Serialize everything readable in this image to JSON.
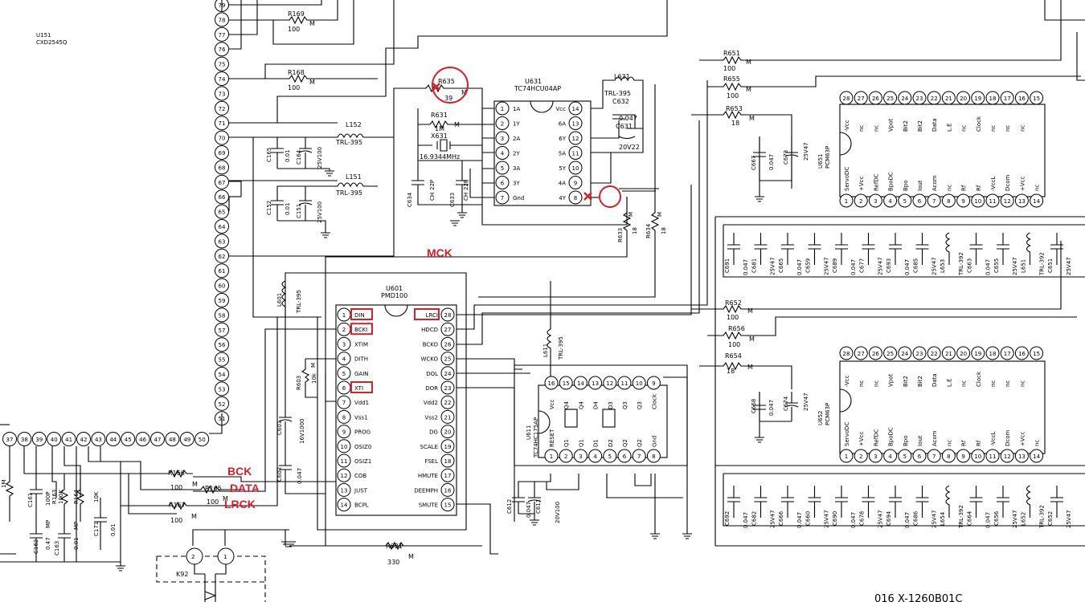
{
  "u151": {
    "ref": "U151",
    "part": "CXD2545Q"
  },
  "u151_pins_left": [
    "79",
    "78",
    "77",
    "76",
    "75",
    "74",
    "73",
    "72",
    "71",
    "70",
    "69",
    "68",
    "67",
    "66",
    "65",
    "64",
    "63",
    "62",
    "61",
    "60",
    "59",
    "58",
    "57",
    "56",
    "55",
    "54",
    "53",
    "52",
    "51"
  ],
  "u151_pins_bottom": [
    "37",
    "38",
    "39",
    "40",
    "41",
    "42",
    "43",
    "44",
    "45",
    "46",
    "47",
    "48",
    "49",
    "50"
  ],
  "u601": {
    "ref": "U601",
    "part": "PMD100",
    "left_pins": [
      {
        "num": "1",
        "name": "DIN"
      },
      {
        "num": "2",
        "name": "BCKI"
      },
      {
        "num": "3",
        "name": "XTIM"
      },
      {
        "num": "4",
        "name": "DITH"
      },
      {
        "num": "5",
        "name": "GAIN"
      },
      {
        "num": "6",
        "name": "XTI"
      },
      {
        "num": "7",
        "name": "Vdd1"
      },
      {
        "num": "8",
        "name": "Vss1"
      },
      {
        "num": "9",
        "name": "PROG"
      },
      {
        "num": "10",
        "name": "OSIZ0"
      },
      {
        "num": "11",
        "name": "OSIZ1"
      },
      {
        "num": "12",
        "name": "COB"
      },
      {
        "num": "13",
        "name": "JUST"
      },
      {
        "num": "14",
        "name": "BCPL"
      }
    ],
    "right_pins": [
      {
        "num": "28",
        "name": "LRCI"
      },
      {
        "num": "27",
        "name": "HDCD"
      },
      {
        "num": "26",
        "name": "BCKO"
      },
      {
        "num": "25",
        "name": "WCKO"
      },
      {
        "num": "24",
        "name": "DOL"
      },
      {
        "num": "23",
        "name": "DOR"
      },
      {
        "num": "22",
        "name": "Vdd2"
      },
      {
        "num": "21",
        "name": "Vss2"
      },
      {
        "num": "20",
        "name": "DG"
      },
      {
        "num": "19",
        "name": "SCALE"
      },
      {
        "num": "18",
        "name": "FSEL"
      },
      {
        "num": "17",
        "name": "HMUTE"
      },
      {
        "num": "16",
        "name": "DEEMPH"
      },
      {
        "num": "15",
        "name": "SMUTE"
      }
    ]
  },
  "u631": {
    "ref": "U631",
    "part": "TC74HCU04AP",
    "left_pins": [
      {
        "num": "1",
        "name": "1A"
      },
      {
        "num": "2",
        "name": "1Y"
      },
      {
        "num": "3",
        "name": "2A"
      },
      {
        "num": "4",
        "name": "2Y"
      },
      {
        "num": "5",
        "name": "3A"
      },
      {
        "num": "6",
        "name": "3Y"
      },
      {
        "num": "7",
        "name": "Gnd"
      }
    ],
    "right_pins": [
      {
        "num": "14",
        "name": "Vcc"
      },
      {
        "num": "13",
        "name": "6A"
      },
      {
        "num": "12",
        "name": "6Y"
      },
      {
        "num": "11",
        "name": "5A"
      },
      {
        "num": "10",
        "name": "5Y"
      },
      {
        "num": "9",
        "name": "4A"
      },
      {
        "num": "8",
        "name": "4Y"
      }
    ]
  },
  "u611": {
    "ref": "U611",
    "part": "TC74HC175AP",
    "top_pins": [
      {
        "num": "16",
        "name": "Vcc"
      },
      {
        "num": "15",
        "name": "Q4"
      },
      {
        "num": "14",
        "name": "Q4"
      },
      {
        "num": "13",
        "name": "D4"
      },
      {
        "num": "12",
        "name": "D3"
      },
      {
        "num": "11",
        "name": "Q3"
      },
      {
        "num": "10",
        "name": "Q3"
      },
      {
        "num": "9",
        "name": "Clock"
      }
    ],
    "bottom_pins": [
      {
        "num": "1",
        "name": "RESET"
      },
      {
        "num": "2",
        "name": "Q1"
      },
      {
        "num": "3",
        "name": "Q1"
      },
      {
        "num": "4",
        "name": "D1"
      },
      {
        "num": "5",
        "name": "D2"
      },
      {
        "num": "6",
        "name": "Q2"
      },
      {
        "num": "7",
        "name": "Q2"
      },
      {
        "num": "8",
        "name": "Gnd"
      }
    ]
  },
  "pcm63": [
    {
      "ref": "U651",
      "part": "PCM63P",
      "top_pins": [
        {
          "num": "28",
          "name": "-Vcc"
        },
        {
          "num": "27",
          "name": "nc"
        },
        {
          "num": "26",
          "name": "nc"
        },
        {
          "num": "25",
          "name": "Vpot"
        },
        {
          "num": "24",
          "name": "Bit2"
        },
        {
          "num": "23",
          "name": "Bit2"
        },
        {
          "num": "22",
          "name": "Data"
        },
        {
          "num": "21",
          "name": "L.E"
        },
        {
          "num": "20",
          "name": "nc"
        },
        {
          "num": "19",
          "name": "Clock"
        },
        {
          "num": "18",
          "name": "nc"
        },
        {
          "num": "17",
          "name": "nc"
        },
        {
          "num": "16",
          "name": "nc"
        },
        {
          "num": "15",
          "name": ""
        }
      ],
      "bottom_pins": [
        {
          "num": "1",
          "name": "ServoDC"
        },
        {
          "num": "2",
          "name": "+Vcc"
        },
        {
          "num": "3",
          "name": "RefDC"
        },
        {
          "num": "4",
          "name": "BpoDC"
        },
        {
          "num": "5",
          "name": "Bpo"
        },
        {
          "num": "6",
          "name": "Iout"
        },
        {
          "num": "7",
          "name": "Acom"
        },
        {
          "num": "8",
          "name": "nc"
        },
        {
          "num": "9",
          "name": "Rf"
        },
        {
          "num": "10",
          "name": "Rf"
        },
        {
          "num": "11",
          "name": "-VccL"
        },
        {
          "num": "12",
          "name": "Dcom"
        },
        {
          "num": "13",
          "name": "+Vcc"
        },
        {
          "num": "14",
          "name": "nc"
        }
      ]
    },
    {
      "ref": "U652",
      "part": "PCM63P",
      "top_pins": [
        {
          "num": "28",
          "name": "-Vcc"
        },
        {
          "num": "27",
          "name": "nc"
        },
        {
          "num": "26",
          "name": "nc"
        },
        {
          "num": "25",
          "name": "Vpot"
        },
        {
          "num": "24",
          "name": "Bit2"
        },
        {
          "num": "23",
          "name": "Bit2"
        },
        {
          "num": "22",
          "name": "Data"
        },
        {
          "num": "21",
          "name": "L.E"
        },
        {
          "num": "20",
          "name": "nc"
        },
        {
          "num": "19",
          "name": "Clock"
        },
        {
          "num": "18",
          "name": "nc"
        },
        {
          "num": "17",
          "name": "nc"
        },
        {
          "num": "16",
          "name": "nc"
        },
        {
          "num": "15",
          "name": ""
        }
      ],
      "bottom_pins": [
        {
          "num": "1",
          "name": "ServoDC"
        },
        {
          "num": "2",
          "name": "+Vcc"
        },
        {
          "num": "3",
          "name": "RefDC"
        },
        {
          "num": "4",
          "name": "BpoDC"
        },
        {
          "num": "5",
          "name": "Bpo"
        },
        {
          "num": "6",
          "name": "Iout"
        },
        {
          "num": "7",
          "name": "Acom"
        },
        {
          "num": "8",
          "name": "nc"
        },
        {
          "num": "9",
          "name": "Rf"
        },
        {
          "num": "10",
          "name": "Rf"
        },
        {
          "num": "11",
          "name": "-VccL"
        },
        {
          "num": "12",
          "name": "Dcom"
        },
        {
          "num": "13",
          "name": "+Vcc"
        },
        {
          "num": "14",
          "name": "nc"
        }
      ]
    }
  ],
  "components": {
    "R169": {
      "ref": "R169",
      "value": "100",
      "type": "M"
    },
    "R168": {
      "ref": "R168",
      "value": "100",
      "type": "M"
    },
    "R635": {
      "ref": "R635",
      "value": "39",
      "type": "M"
    },
    "R631": {
      "ref": "R631",
      "value": "1M",
      "type": "M"
    },
    "X631": {
      "ref": "X631",
      "value": "16.9344MHz"
    },
    "C634": {
      "ref": "C634",
      "value": "22P",
      "type": "CH"
    },
    "C633": {
      "ref": "C633",
      "value": "22P",
      "type": "CH"
    },
    "L631": {
      "ref": "L631",
      "value": "TRL-395"
    },
    "C632": {
      "ref": "C632",
      "value": "0.047"
    },
    "C631": {
      "ref": "C631",
      "value": "20V22"
    },
    "L152": {
      "ref": "L152",
      "value": "TRL-395"
    },
    "L151": {
      "ref": "L151",
      "value": "TRL-395"
    },
    "C165": {
      "ref": "C165",
      "value": "0.01"
    },
    "C164": {
      "ref": "C164",
      "value": "25V100"
    },
    "C152": {
      "ref": "C152",
      "value": "0.01"
    },
    "C151": {
      "ref": "C151",
      "value": "25V100"
    },
    "R633": {
      "ref": "R633",
      "value": "18",
      "type": "M"
    },
    "R634": {
      "ref": "R634",
      "value": "18",
      "type": "M"
    },
    "L601": {
      "ref": "L601",
      "value": "TRL-395"
    },
    "R603": {
      "ref": "R603",
      "value": "10k",
      "type": "M"
    },
    "C601": {
      "ref": "C601",
      "value": "16V1000"
    },
    "C602": {
      "ref": "C602",
      "value": "0.047"
    },
    "L611": {
      "ref": "L611",
      "value": "TRL-395"
    },
    "C612": {
      "ref": "C612",
      "value": "0.047"
    },
    "C611": {
      "ref": "C611",
      "value": "20V100"
    },
    "R166": {
      "ref": "R166",
      "value": "100",
      "type": "M"
    },
    "R165": {
      "ref": "R165",
      "value": "100",
      "type": "M"
    },
    "R167": {
      "ref": "R167",
      "value": "100",
      "type": "M"
    },
    "R601": {
      "ref": "R601",
      "value": "330",
      "type": "M"
    },
    "R651": {
      "ref": "R651",
      "value": "100",
      "type": "M"
    },
    "R655": {
      "ref": "R655",
      "value": "100",
      "type": "M"
    },
    "R653": {
      "ref": "R653",
      "value": "18",
      "type": "M"
    },
    "R652": {
      "ref": "R652",
      "value": "100",
      "type": "M"
    },
    "R656": {
      "ref": "R656",
      "value": "100",
      "type": "M"
    },
    "R654": {
      "ref": "R654",
      "value": "18",
      "type": "M"
    },
    "C667": {
      "ref": "C667",
      "value": "0.047"
    },
    "C673": {
      "ref": "C673",
      "value": "25V47"
    },
    "C668": {
      "ref": "C668",
      "value": "0.047"
    },
    "C674": {
      "ref": "C674",
      "value": "25V47"
    },
    "C161": {
      "ref": "C161",
      "value": "100P"
    },
    "R163": {
      "ref": "R163",
      "value": "100K"
    },
    "R164": {
      "ref": "R164",
      "value": "10K"
    },
    "C162": {
      "ref": "C162",
      "value": "0.47",
      "type": "MP"
    },
    "C163": {
      "ref": "C163",
      "value": "0.01",
      "type": "MP"
    },
    "C171": {
      "ref": "C171",
      "value": "0.01"
    },
    "K92": {
      "ref": "K92",
      "pin1": "1",
      "pin2": "2"
    }
  },
  "bottom_caps_row1": [
    {
      "ref": "C691",
      "value": "0.047"
    },
    {
      "ref": "C681",
      "value": "25V47"
    },
    {
      "ref": "C665",
      "value": "0.047"
    },
    {
      "ref": "C659",
      "value": "25V47"
    },
    {
      "ref": "C689",
      "value": "0.047"
    },
    {
      "ref": "C677",
      "value": "25V47"
    },
    {
      "ref": "C693",
      "value": "0.047"
    },
    {
      "ref": "C685",
      "value": "25V47"
    },
    {
      "ref": "L653",
      "value": "TRL-392"
    },
    {
      "ref": "C663",
      "value": "0.047"
    },
    {
      "ref": "C655",
      "value": "25V47"
    },
    {
      "ref": "L651",
      "value": "TRL-392"
    },
    {
      "ref": "C651",
      "value": "25V47"
    }
  ],
  "bottom_caps_row2": [
    {
      "ref": "C692",
      "value": "0.047"
    },
    {
      "ref": "C682",
      "value": "25V47"
    },
    {
      "ref": "C666",
      "value": "0.047"
    },
    {
      "ref": "C660",
      "value": "25V47"
    },
    {
      "ref": "C690",
      "value": "0.047"
    },
    {
      "ref": "C678",
      "value": "25V47"
    },
    {
      "ref": "C694",
      "value": "0.047"
    },
    {
      "ref": "C686",
      "value": "25V47"
    },
    {
      "ref": "L654",
      "value": "TRL-392"
    },
    {
      "ref": "C664",
      "value": "0.047"
    },
    {
      "ref": "C656",
      "value": "25V47"
    },
    {
      "ref": "L652",
      "value": "TRL-392"
    },
    {
      "ref": "C652",
      "value": "25V47"
    }
  ],
  "annotations": {
    "mck": "MCK",
    "bck": "BCK",
    "data": "DATA",
    "lrck": "LRCK"
  },
  "footer_code": "016 X-1260B01C",
  "colors": {
    "annotation_red": "#d6202a",
    "wire": "#000000",
    "background": "#ffffff"
  }
}
